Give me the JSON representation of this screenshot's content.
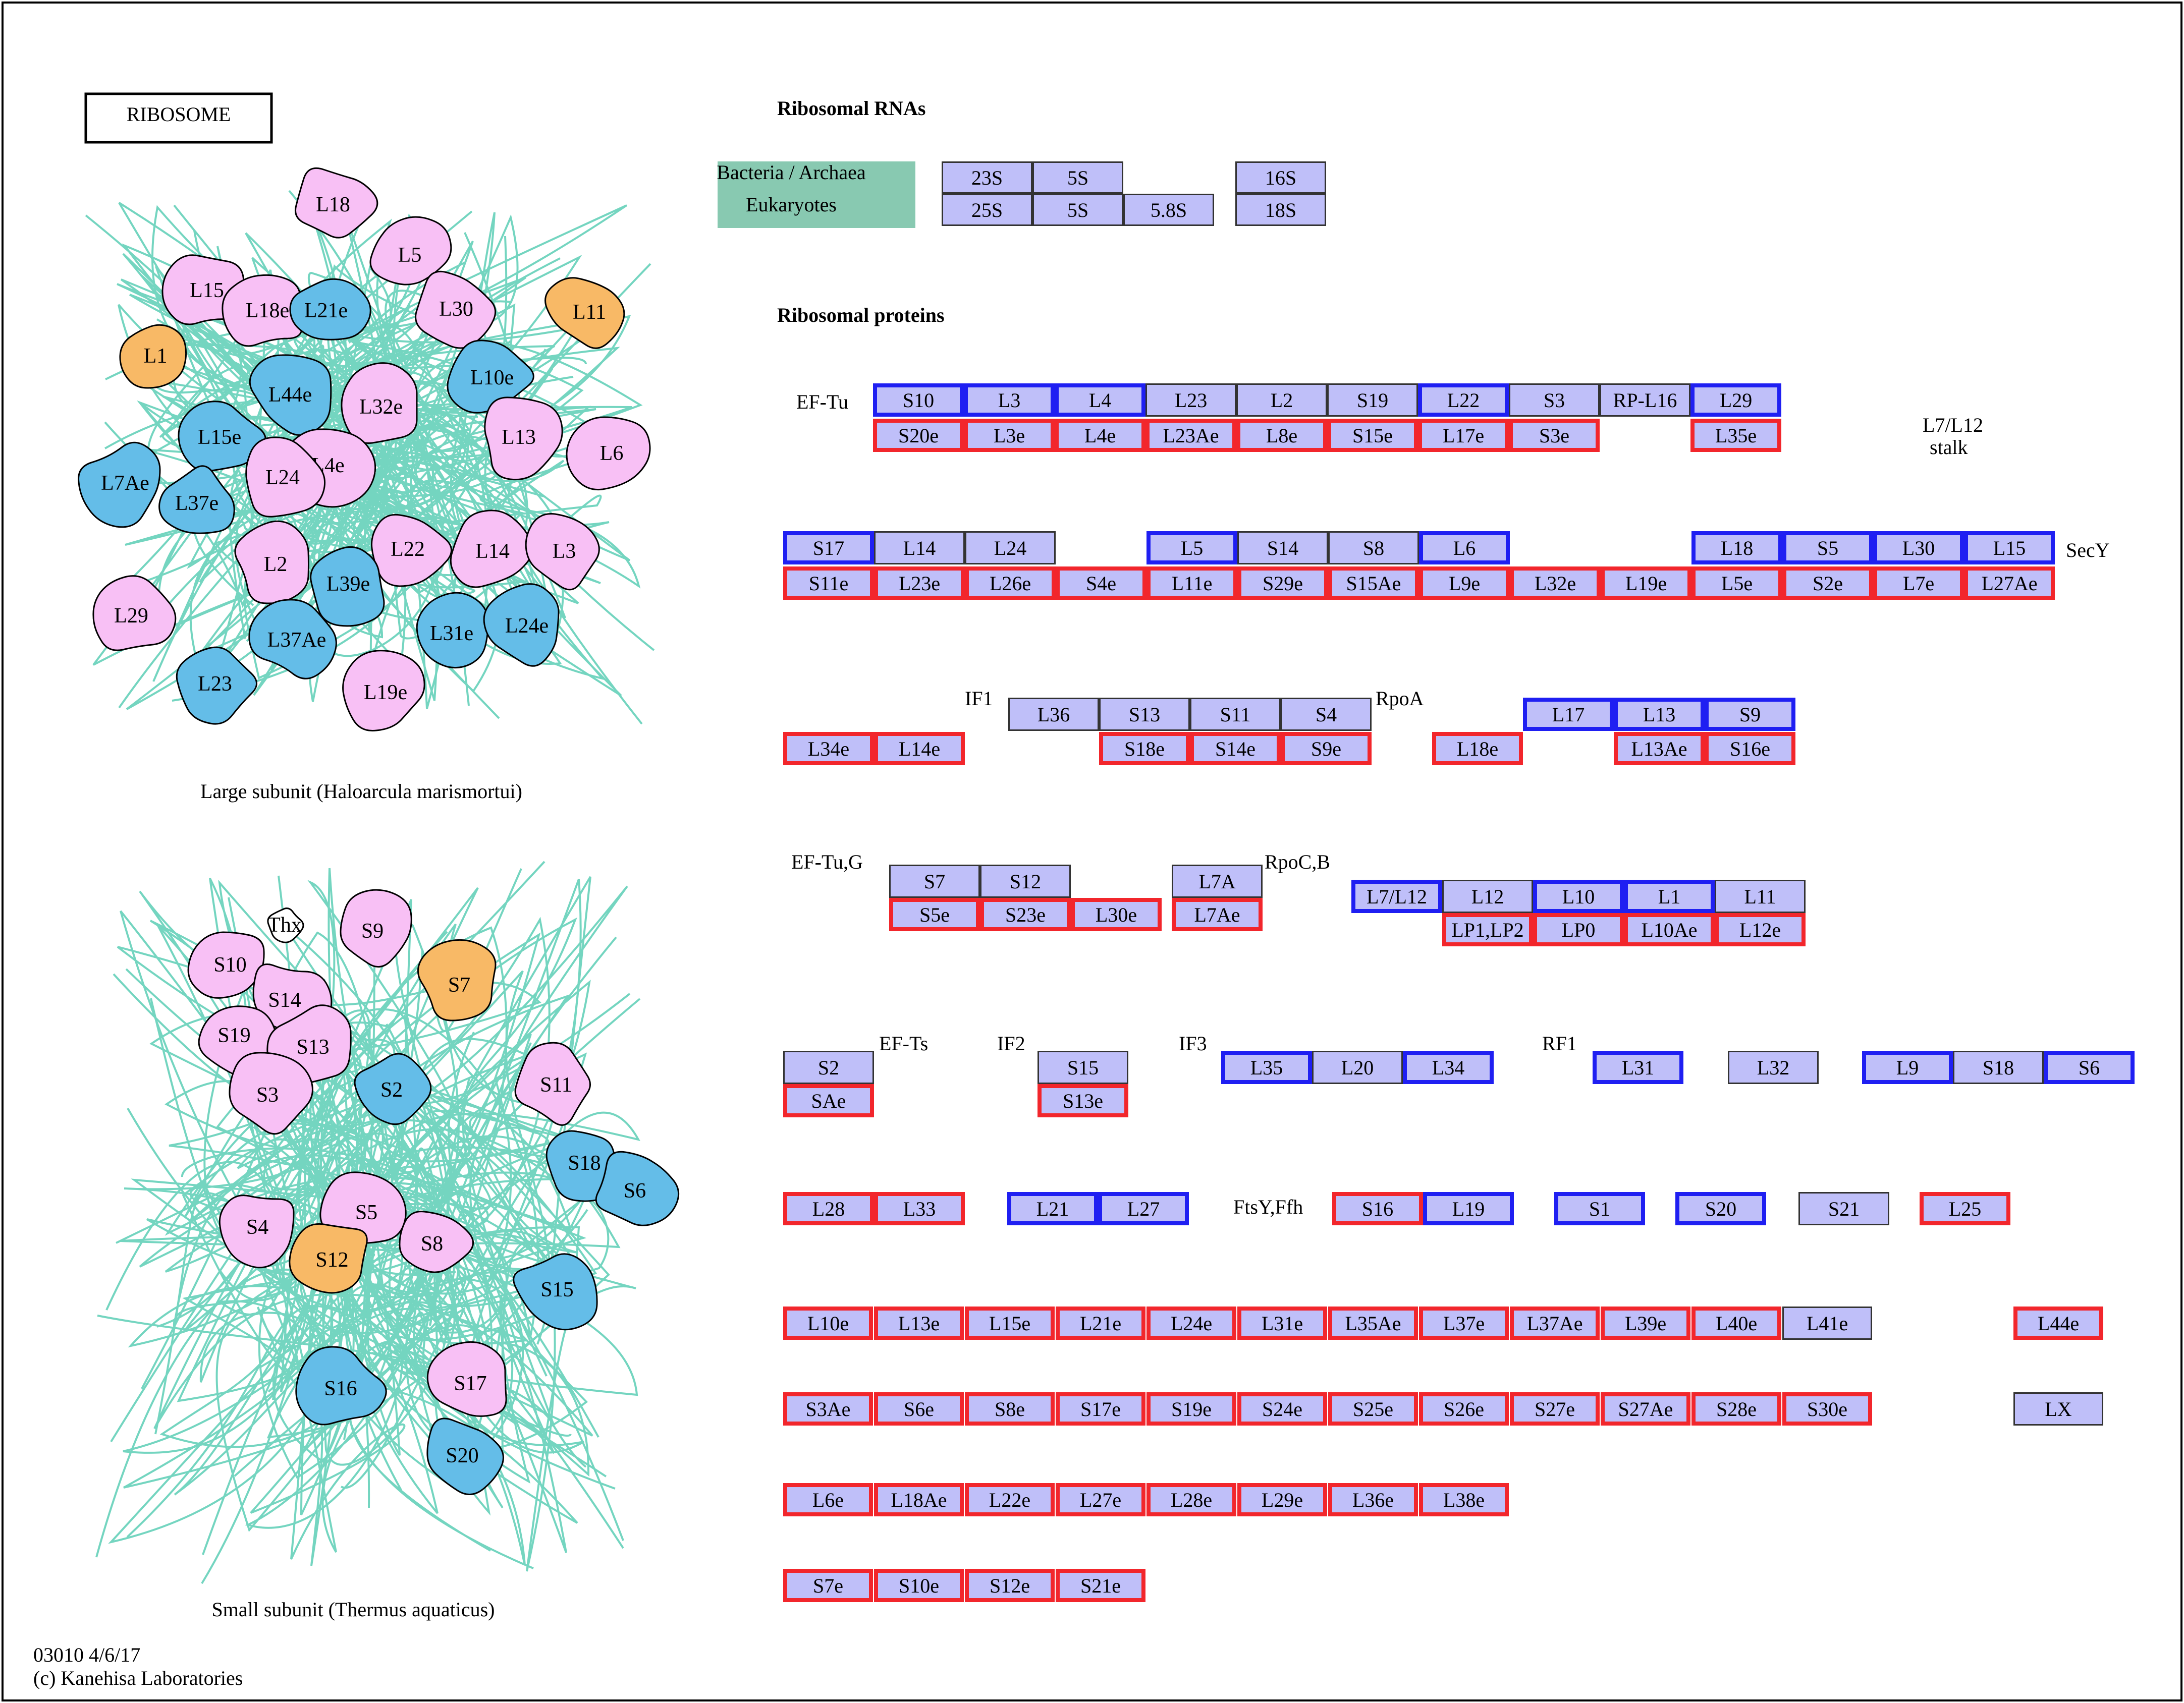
{
  "title": "RIBOSOME",
  "large_subunit_caption": "Large subunit (Haloarcula marismortui)",
  "small_subunit_caption": "Small subunit (Thermus aquaticus)",
  "footer": {
    "line1": "03010 4/6/17",
    "line2": "(c) Kanehisa Laboratories"
  },
  "sections": {
    "rrna": "Ribosomal RNAs",
    "proteins": "Ribosomal proteins"
  },
  "colors": {
    "box_fill": "#bfbff9",
    "blue_border": "#1f1ff2",
    "red_border": "#f2262c",
    "gray_border": "#333333",
    "orange_shape": "#f8b966",
    "blue_shape": "#64bde8",
    "pink_shape": "#f8c0f5",
    "strand": "#74d5c0",
    "organism_legend": "#88c9b1"
  },
  "rrna_legend": [
    "Bacteria / Archaea",
    "Eukaryotes"
  ],
  "labels": [
    "EF-Tu",
    "L7/L12",
    "stalk",
    "SecY",
    "IF1",
    "RpoA",
    "EF-Tu,G",
    "RpoC,B",
    "EF-Ts",
    "IF2",
    "IF3",
    "RF1",
    "FtsY,Ffh"
  ],
  "boxes": [
    {
      "label": "23S",
      "border": "gray"
    },
    {
      "label": "5S",
      "border": "gray"
    },
    {
      "label": "25S",
      "border": "gray"
    },
    {
      "label": "5S",
      "border": "gray"
    },
    {
      "label": "5.8S",
      "border": "gray"
    },
    {
      "label": "16S",
      "border": "gray"
    },
    {
      "label": "18S",
      "border": "gray"
    },
    {
      "label": "S10",
      "border": "blue"
    },
    {
      "label": "L3",
      "border": "blue"
    },
    {
      "label": "L4",
      "border": "blue"
    },
    {
      "label": "L23",
      "border": "gray"
    },
    {
      "label": "L2",
      "border": "gray"
    },
    {
      "label": "S19",
      "border": "gray"
    },
    {
      "label": "L22",
      "border": "blue"
    },
    {
      "label": "S3",
      "border": "gray"
    },
    {
      "label": "RP-L16",
      "border": "gray"
    },
    {
      "label": "L29",
      "border": "blue"
    },
    {
      "label": "S20e",
      "border": "red"
    },
    {
      "label": "L3e",
      "border": "red"
    },
    {
      "label": "L4e",
      "border": "red"
    },
    {
      "label": "L23Ae",
      "border": "red"
    },
    {
      "label": "L8e",
      "border": "red"
    },
    {
      "label": "S15e",
      "border": "red"
    },
    {
      "label": "L17e",
      "border": "red"
    },
    {
      "label": "S3e",
      "border": "red"
    },
    {
      "label": "L35e",
      "border": "red"
    },
    {
      "label": "S17",
      "border": "blue"
    },
    {
      "label": "L14",
      "border": "gray"
    },
    {
      "label": "L24",
      "border": "gray"
    },
    {
      "label": "L5",
      "border": "blue"
    },
    {
      "label": "S14",
      "border": "gray"
    },
    {
      "label": "S8",
      "border": "gray"
    },
    {
      "label": "L6",
      "border": "blue"
    },
    {
      "label": "L18",
      "border": "blue"
    },
    {
      "label": "S5",
      "border": "blue"
    },
    {
      "label": "L30",
      "border": "blue"
    },
    {
      "label": "L15",
      "border": "blue"
    },
    {
      "label": "S11e",
      "border": "red"
    },
    {
      "label": "L23e",
      "border": "red"
    },
    {
      "label": "L26e",
      "border": "red"
    },
    {
      "label": "S4e",
      "border": "red"
    },
    {
      "label": "L11e",
      "border": "red"
    },
    {
      "label": "S29e",
      "border": "red"
    },
    {
      "label": "S15Ae",
      "border": "red"
    },
    {
      "label": "L9e",
      "border": "red"
    },
    {
      "label": "L32e",
      "border": "red"
    },
    {
      "label": "L19e",
      "border": "red"
    },
    {
      "label": "L5e",
      "border": "red"
    },
    {
      "label": "S2e",
      "border": "red"
    },
    {
      "label": "L7e",
      "border": "red"
    },
    {
      "label": "L27Ae",
      "border": "red"
    },
    {
      "label": "L36",
      "border": "gray"
    },
    {
      "label": "S13",
      "border": "gray"
    },
    {
      "label": "S11",
      "border": "gray"
    },
    {
      "label": "S4",
      "border": "gray"
    },
    {
      "label": "L17",
      "border": "blue"
    },
    {
      "label": "L13",
      "border": "blue"
    },
    {
      "label": "S9",
      "border": "blue"
    },
    {
      "label": "L34e",
      "border": "red"
    },
    {
      "label": "L14e",
      "border": "red"
    },
    {
      "label": "S18e",
      "border": "red"
    },
    {
      "label": "S14e",
      "border": "red"
    },
    {
      "label": "S9e",
      "border": "red"
    },
    {
      "label": "L18e",
      "border": "red"
    },
    {
      "label": "L13Ae",
      "border": "red"
    },
    {
      "label": "S16e",
      "border": "red"
    },
    {
      "label": "S7",
      "border": "gray"
    },
    {
      "label": "S12",
      "border": "gray"
    },
    {
      "label": "L7A",
      "border": "gray"
    },
    {
      "label": "L7/L12",
      "border": "blue"
    },
    {
      "label": "L12",
      "border": "gray"
    },
    {
      "label": "L10",
      "border": "blue"
    },
    {
      "label": "L1",
      "border": "blue"
    },
    {
      "label": "L11",
      "border": "gray"
    },
    {
      "label": "S5e",
      "border": "red"
    },
    {
      "label": "S23e",
      "border": "red"
    },
    {
      "label": "L30e",
      "border": "red"
    },
    {
      "label": "L7Ae",
      "border": "red"
    },
    {
      "label": "LP1,LP2",
      "border": "red"
    },
    {
      "label": "LP0",
      "border": "red"
    },
    {
      "label": "L10Ae",
      "border": "red"
    },
    {
      "label": "L12e",
      "border": "red"
    },
    {
      "label": "S2",
      "border": "gray"
    },
    {
      "label": "SAe",
      "border": "red"
    },
    {
      "label": "S15",
      "border": "gray"
    },
    {
      "label": "S13e",
      "border": "red"
    },
    {
      "label": "L35",
      "border": "blue"
    },
    {
      "label": "L20",
      "border": "gray"
    },
    {
      "label": "L34",
      "border": "blue"
    },
    {
      "label": "L31",
      "border": "blue"
    },
    {
      "label": "L32",
      "border": "gray"
    },
    {
      "label": "L9",
      "border": "blue"
    },
    {
      "label": "S18",
      "border": "gray"
    },
    {
      "label": "S6",
      "border": "blue"
    },
    {
      "label": "L28",
      "border": "red"
    },
    {
      "label": "L33",
      "border": "red"
    },
    {
      "label": "L21",
      "border": "blue"
    },
    {
      "label": "L27",
      "border": "blue"
    },
    {
      "label": "S16",
      "border": "red"
    },
    {
      "label": "L19",
      "border": "blue"
    },
    {
      "label": "S1",
      "border": "blue"
    },
    {
      "label": "S20",
      "border": "blue"
    },
    {
      "label": "S21",
      "border": "gray"
    },
    {
      "label": "L25",
      "border": "red"
    },
    {
      "label": "L10e",
      "border": "red"
    },
    {
      "label": "L13e",
      "border": "red"
    },
    {
      "label": "L15e",
      "border": "red"
    },
    {
      "label": "L21e",
      "border": "red"
    },
    {
      "label": "L24e",
      "border": "red"
    },
    {
      "label": "L31e",
      "border": "red"
    },
    {
      "label": "L35Ae",
      "border": "red"
    },
    {
      "label": "L37e",
      "border": "red"
    },
    {
      "label": "L37Ae",
      "border": "red"
    },
    {
      "label": "L39e",
      "border": "red"
    },
    {
      "label": "L40e",
      "border": "red"
    },
    {
      "label": "L41e",
      "border": "gray"
    },
    {
      "label": "L44e",
      "border": "red"
    },
    {
      "label": "S3Ae",
      "border": "red"
    },
    {
      "label": "S6e",
      "border": "red"
    },
    {
      "label": "S8e",
      "border": "red"
    },
    {
      "label": "S17e",
      "border": "red"
    },
    {
      "label": "S19e",
      "border": "red"
    },
    {
      "label": "S24e",
      "border": "red"
    },
    {
      "label": "S25e",
      "border": "red"
    },
    {
      "label": "S26e",
      "border": "red"
    },
    {
      "label": "S27e",
      "border": "red"
    },
    {
      "label": "S27Ae",
      "border": "red"
    },
    {
      "label": "S28e",
      "border": "red"
    },
    {
      "label": "S30e",
      "border": "red"
    },
    {
      "label": "LX",
      "border": "gray"
    },
    {
      "label": "L6e",
      "border": "red"
    },
    {
      "label": "L18Ae",
      "border": "red"
    },
    {
      "label": "L22e",
      "border": "red"
    },
    {
      "label": "L27e",
      "border": "red"
    },
    {
      "label": "L28e",
      "border": "red"
    },
    {
      "label": "L29e",
      "border": "red"
    },
    {
      "label": "L36e",
      "border": "red"
    },
    {
      "label": "L38e",
      "border": "red"
    },
    {
      "label": "S7e",
      "border": "red"
    },
    {
      "label": "S10e",
      "border": "red"
    },
    {
      "label": "S12e",
      "border": "red"
    },
    {
      "label": "S21e",
      "border": "red"
    }
  ],
  "large_subunit_proteins": [
    {
      "label": "L18",
      "color": "pink"
    },
    {
      "label": "L5",
      "color": "pink"
    },
    {
      "label": "L15",
      "color": "pink"
    },
    {
      "label": "L18e",
      "color": "pink"
    },
    {
      "label": "L21e",
      "color": "blue"
    },
    {
      "label": "L30",
      "color": "pink"
    },
    {
      "label": "L11",
      "color": "orange"
    },
    {
      "label": "L1",
      "color": "orange"
    },
    {
      "label": "L10e",
      "color": "blue"
    },
    {
      "label": "L44e",
      "color": "blue"
    },
    {
      "label": "L32e",
      "color": "pink"
    },
    {
      "label": "L15e",
      "color": "blue"
    },
    {
      "label": "L13",
      "color": "pink"
    },
    {
      "label": "L6",
      "color": "pink"
    },
    {
      "label": "L7Ae",
      "color": "blue"
    },
    {
      "label": "L4e",
      "color": "pink"
    },
    {
      "label": "L24",
      "color": "pink"
    },
    {
      "label": "L37e",
      "color": "blue"
    },
    {
      "label": "L2",
      "color": "pink"
    },
    {
      "label": "L22",
      "color": "pink"
    },
    {
      "label": "L14",
      "color": "pink"
    },
    {
      "label": "L3",
      "color": "pink"
    },
    {
      "label": "L39e",
      "color": "blue"
    },
    {
      "label": "L29",
      "color": "pink"
    },
    {
      "label": "L37Ae",
      "color": "blue"
    },
    {
      "label": "L31e",
      "color": "blue"
    },
    {
      "label": "L24e",
      "color": "blue"
    },
    {
      "label": "L23",
      "color": "blue"
    },
    {
      "label": "L19e",
      "color": "pink"
    }
  ],
  "small_subunit_proteins": [
    {
      "label": "Thx",
      "color": "white"
    },
    {
      "label": "S9",
      "color": "pink"
    },
    {
      "label": "S10",
      "color": "pink"
    },
    {
      "label": "S14",
      "color": "pink"
    },
    {
      "label": "S19",
      "color": "pink"
    },
    {
      "label": "S13",
      "color": "pink"
    },
    {
      "label": "S7",
      "color": "orange"
    },
    {
      "label": "S3",
      "color": "pink"
    },
    {
      "label": "S2",
      "color": "blue"
    },
    {
      "label": "S11",
      "color": "pink"
    },
    {
      "label": "S18",
      "color": "blue"
    },
    {
      "label": "S6",
      "color": "blue"
    },
    {
      "label": "S5",
      "color": "pink"
    },
    {
      "label": "S4",
      "color": "pink"
    },
    {
      "label": "S12",
      "color": "orange"
    },
    {
      "label": "S8",
      "color": "pink"
    },
    {
      "label": "S15",
      "color": "blue"
    },
    {
      "label": "S17",
      "color": "pink"
    },
    {
      "label": "S16",
      "color": "blue"
    },
    {
      "label": "S20",
      "color": "blue"
    }
  ]
}
